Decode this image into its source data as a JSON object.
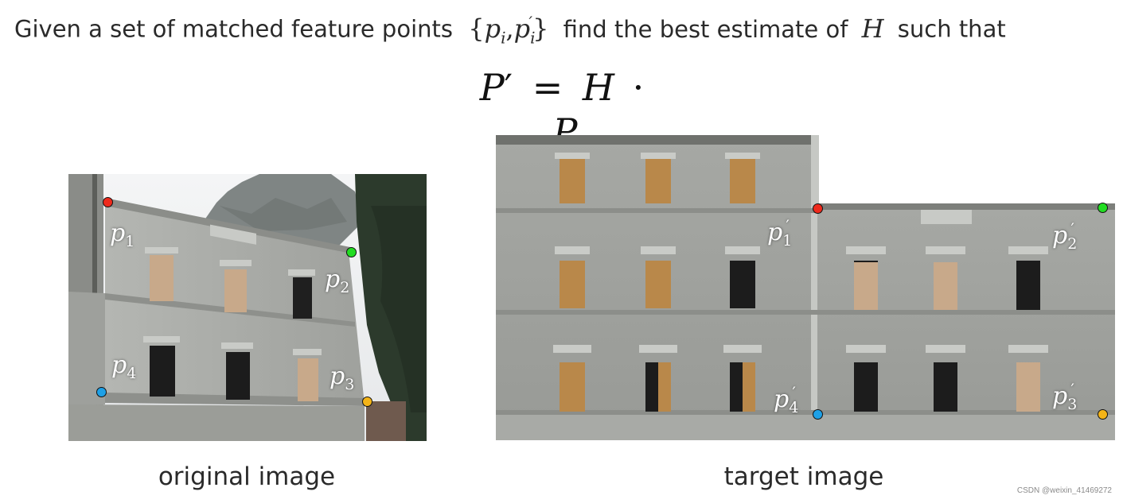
{
  "headline": {
    "prefix": "Given a set of matched feature points",
    "set_open": "{",
    "p": "p",
    "sub_i": "i",
    "comma": ",",
    "p_prime": "p",
    "sub_i2": "i",
    "prime": "′",
    "set_close": "}",
    "middle": "find the best estimate of",
    "H": "H",
    "suffix": "such that"
  },
  "equation": {
    "lhs": "P",
    "lhs_prime": "′",
    "eq": "=",
    "H": "H",
    "dot": "·",
    "rhs": "P"
  },
  "original": {
    "caption": "original image",
    "points": [
      {
        "base": "p",
        "sub": "1",
        "color": "#ee2a1c"
      },
      {
        "base": "p",
        "sub": "2",
        "color": "#22dd22"
      },
      {
        "base": "p",
        "sub": "3",
        "color": "#f4b418"
      },
      {
        "base": "p",
        "sub": "4",
        "color": "#1ea0e6"
      }
    ]
  },
  "target": {
    "caption": "target image",
    "points": [
      {
        "base": "p",
        "sub": "1",
        "prime": "′",
        "color": "#ee2a1c"
      },
      {
        "base": "p",
        "sub": "2",
        "prime": "′",
        "color": "#22dd22"
      },
      {
        "base": "p",
        "sub": "3",
        "prime": "′",
        "color": "#f4b418"
      },
      {
        "base": "p",
        "sub": "4",
        "prime": "′",
        "color": "#1ea0e6"
      }
    ]
  },
  "watermark": "CSDN @weixin_41469272"
}
